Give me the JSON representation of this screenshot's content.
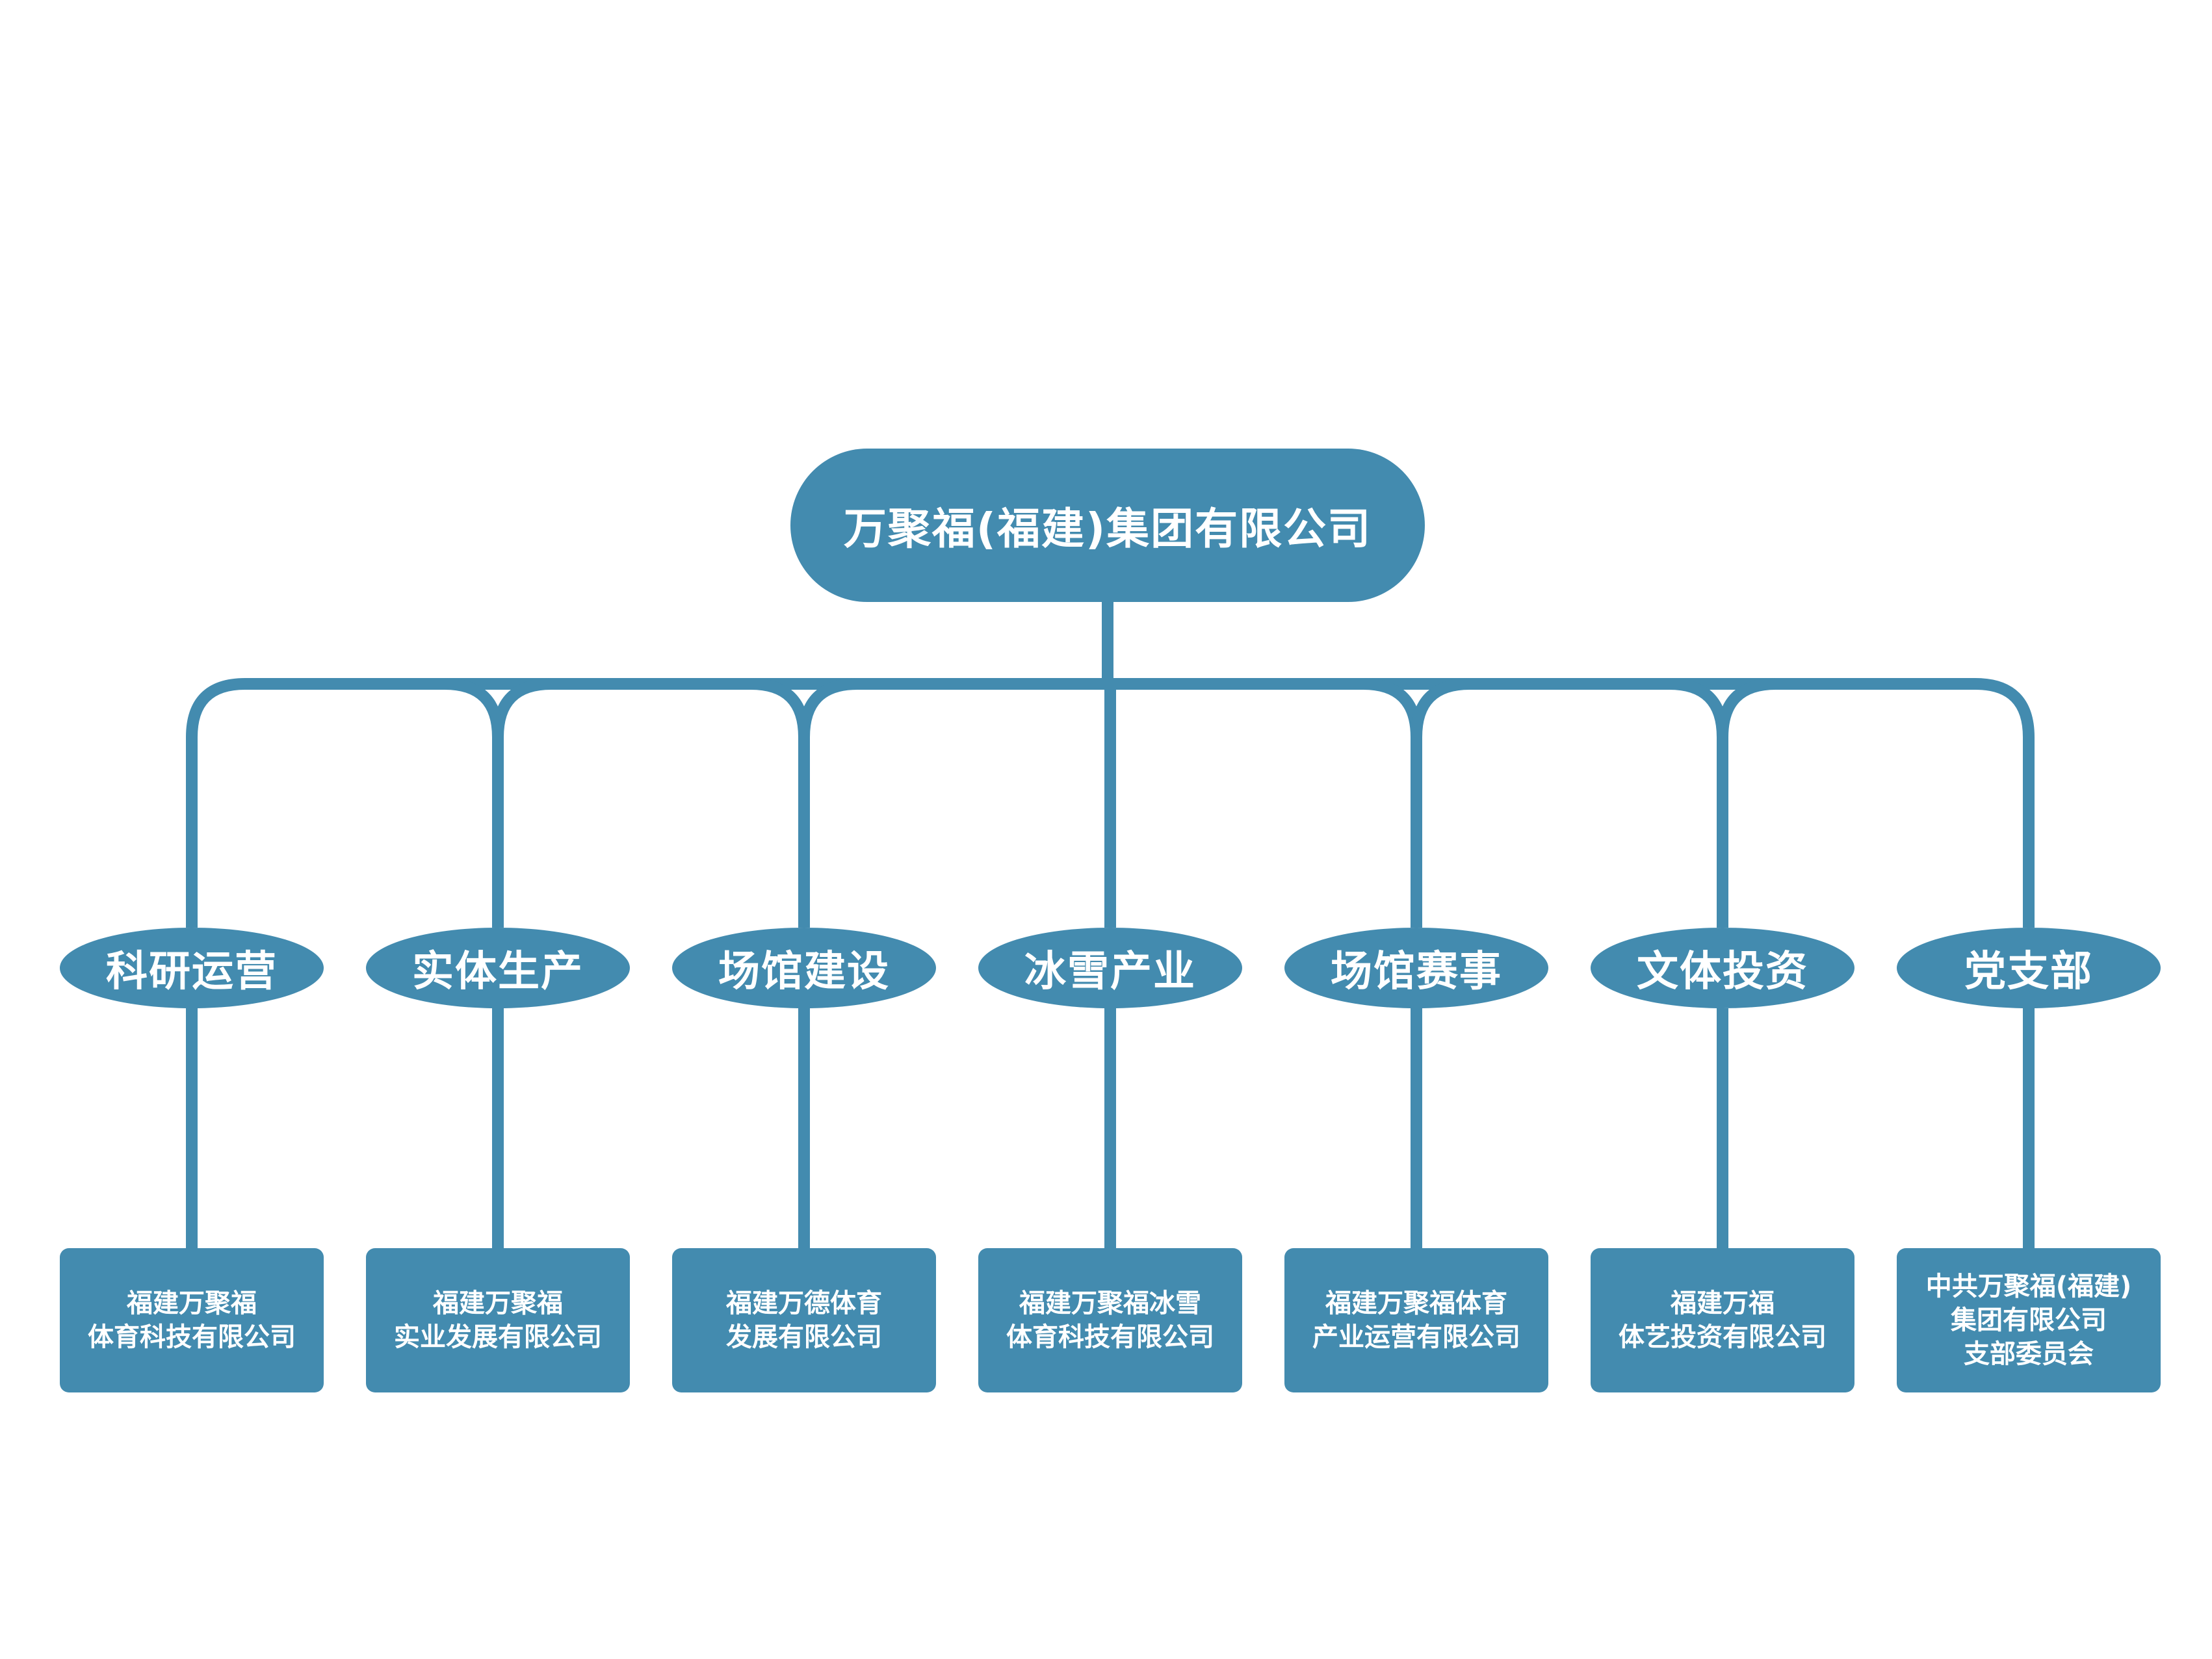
{
  "colors": {
    "node_fill": "#438BAF",
    "connector": "#438BAF",
    "text": "#FFFFFF"
  },
  "root": {
    "label": "万聚福(福建)集团有限公司"
  },
  "divisions": [
    {
      "label": "科研运营",
      "company_lines": [
        "福建万聚福",
        "体育科技有限公司"
      ]
    },
    {
      "label": "实体生产",
      "company_lines": [
        "福建万聚福",
        "实业发展有限公司"
      ]
    },
    {
      "label": "场馆建设",
      "company_lines": [
        "福建万德体育",
        "发展有限公司"
      ]
    },
    {
      "label": "冰雪产业",
      "company_lines": [
        "福建万聚福冰雪",
        "体育科技有限公司"
      ]
    },
    {
      "label": "场馆赛事",
      "company_lines": [
        "福建万聚福体育",
        "产业运营有限公司"
      ]
    },
    {
      "label": "文体投资",
      "company_lines": [
        "福建万福",
        "体艺投资有限公司"
      ]
    },
    {
      "label": "党支部",
      "company_lines": [
        "中共万聚福(福建)",
        "集团有限公司",
        "支部委员会"
      ]
    }
  ]
}
